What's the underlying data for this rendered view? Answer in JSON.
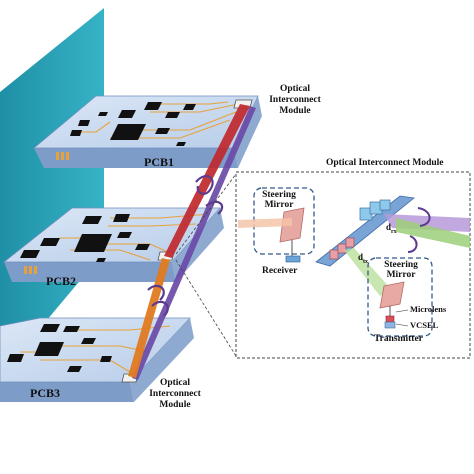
{
  "boards": [
    {
      "label": "PCB1"
    },
    {
      "label": "PCB2"
    },
    {
      "label": "PCB3"
    }
  ],
  "module_label_top": "Optical Interconnect Module",
  "module_label_bottom": "Optical Interconnect Module",
  "inset": {
    "title": "Optical Interconnect Module",
    "receiver": {
      "label": "Receiver",
      "mirror_label": "Steering Mirror"
    },
    "transmitter": {
      "label": "Transmitter",
      "mirror_label": "Steering Mirror"
    },
    "microlens_label": "Microlens",
    "vcsel_label": "VCSEL",
    "d_rx": {
      "main": "d",
      "sub": "rx"
    },
    "d_tx": {
      "main": "d",
      "sub": "tx"
    }
  },
  "colors": {
    "wall": "#2aa6bb",
    "board_top": "#c9daf0",
    "board_side": "#7d9cc8",
    "chip": "#111111",
    "trace": "#e8a13a",
    "beam_red": "#c0282d",
    "beam_purple": "#6a4aa6",
    "beam_orange": "#e07a20",
    "beam_green": "#8fc46b"
  }
}
